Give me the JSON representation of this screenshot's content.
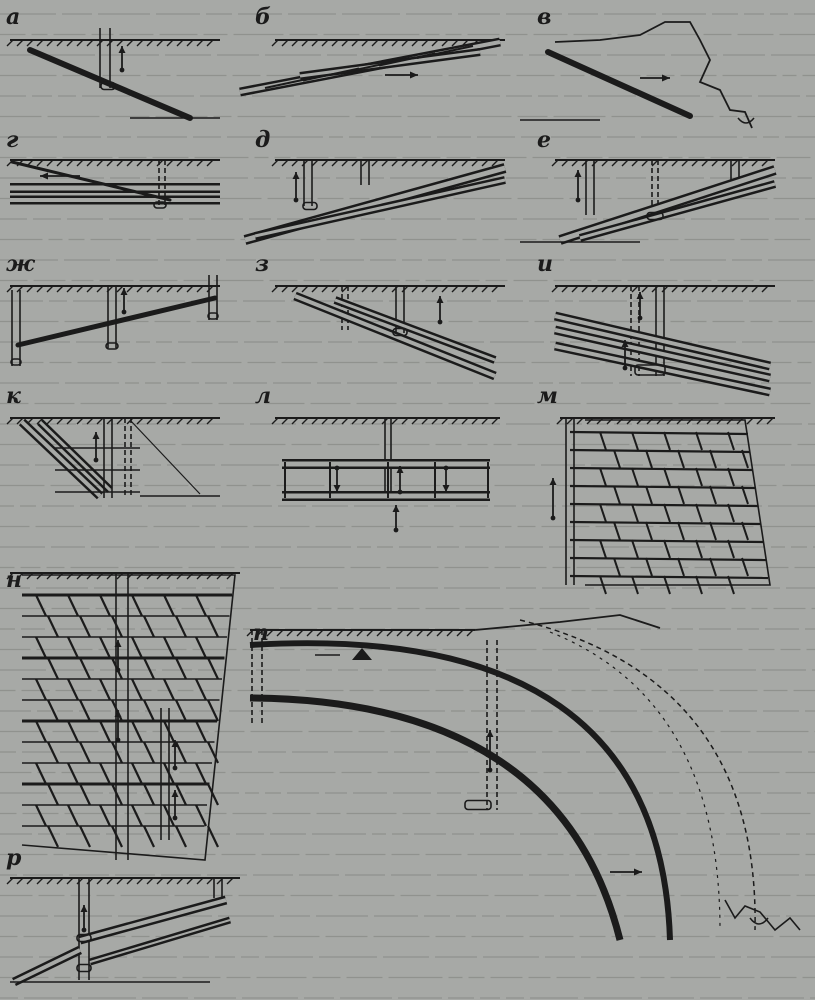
{
  "figure": {
    "panels": [
      {
        "id": "a",
        "label": "а"
      },
      {
        "id": "b",
        "label": "б"
      },
      {
        "id": "v",
        "label": "в"
      },
      {
        "id": "g",
        "label": "г"
      },
      {
        "id": "d",
        "label": "д"
      },
      {
        "id": "e",
        "label": "е"
      },
      {
        "id": "zh",
        "label": "ж"
      },
      {
        "id": "z",
        "label": "з"
      },
      {
        "id": "i",
        "label": "и"
      },
      {
        "id": "k",
        "label": "к"
      },
      {
        "id": "l",
        "label": "л"
      },
      {
        "id": "m",
        "label": "м"
      },
      {
        "id": "n",
        "label": "н"
      },
      {
        "id": "p",
        "label": "п"
      },
      {
        "id": "r",
        "label": "р"
      }
    ]
  },
  "colors": {
    "background": "#a7a9a6",
    "ink": "#1b1b1b",
    "bleed": "#7e807c"
  }
}
